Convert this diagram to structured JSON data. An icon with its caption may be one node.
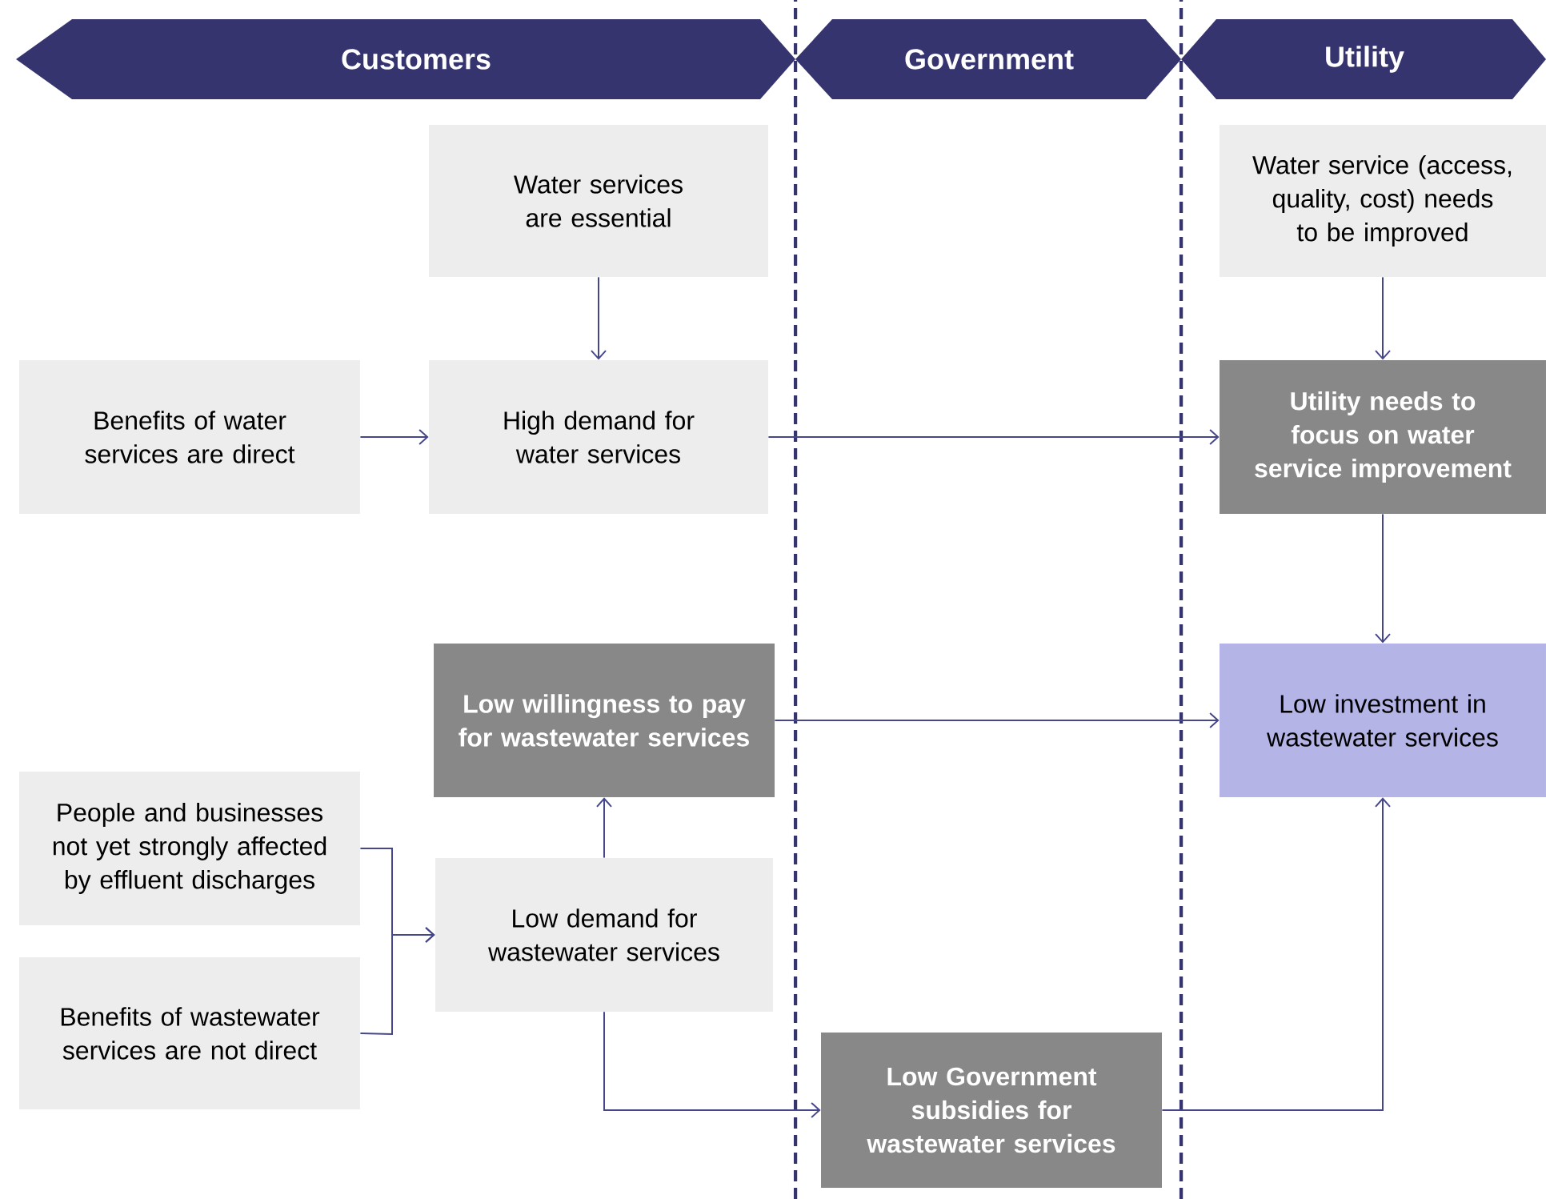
{
  "diagram": {
    "nodes": [
      {
        "text": [
          "Customers"
        ]
      },
      {
        "text": [
          "Government"
        ]
      },
      {
        "text": [
          "Utility"
        ]
      },
      {
        "text": [
          "Water services are essential"
        ]
      },
      {
        "text": [
          "Benefits of water services are direct"
        ]
      },
      {
        "text": [
          "High demand for water services"
        ]
      },
      {
        "text": [
          "Water service (access, quality, cost) needs to be improved"
        ]
      },
      {
        "text": [
          "Utility needs to focus on water service improvement"
        ]
      },
      {
        "text": [
          "Low willingness to pay for wastewater services"
        ]
      },
      {
        "text": [
          "Low investment in wastewater services"
        ]
      },
      {
        "text": [
          "People and businesses not yet strongly affected by effluent discharges"
        ]
      },
      {
        "text": [
          "Benefits of wastewater services are not direct"
        ]
      },
      {
        "text": [
          "Low demand for wastewater services"
        ]
      },
      {
        "text": [
          "Low Government subsidies for wastewater services"
        ]
      }
    ],
    "edges": [
      {
        "from": 3,
        "to": 5,
        "arrow": "to"
      },
      {
        "from": 4,
        "to": 5,
        "arrow": "to"
      },
      {
        "from": 5,
        "to": 7,
        "arrow": "to"
      },
      {
        "from": 6,
        "to": 7,
        "arrow": "to"
      },
      {
        "from": 7,
        "to": 9,
        "arrow": "to"
      },
      {
        "from": 8,
        "to": 9,
        "arrow": "to"
      },
      {
        "from": 10,
        "to": 12,
        "arrow": "to"
      },
      {
        "from": 11,
        "to": 12,
        "arrow": "to"
      },
      {
        "from": 12,
        "to": 8,
        "arrow": "to"
      },
      {
        "from": 12,
        "to": 13,
        "arrow": "to"
      },
      {
        "from": 13,
        "to": 9,
        "arrow": "to"
      }
    ]
  }
}
